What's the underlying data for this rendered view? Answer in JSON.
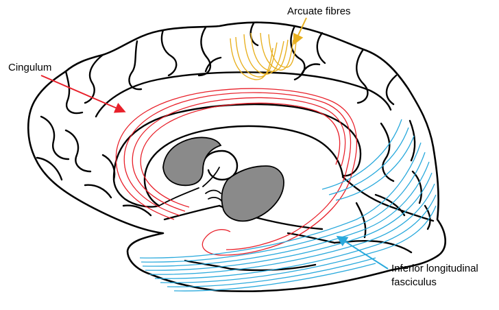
{
  "labels": {
    "arcuate": "Arcuate fibres",
    "cingulum": "Cingulum",
    "inferior_line1": "Inferior longitudinal",
    "inferior_line2": "fasciculus"
  },
  "colors": {
    "arcuate": "#e8b020",
    "cingulum": "#e8202a",
    "inferior": "#29a9dc",
    "ventricle": "#8a8a8a",
    "outline": "#000000"
  }
}
